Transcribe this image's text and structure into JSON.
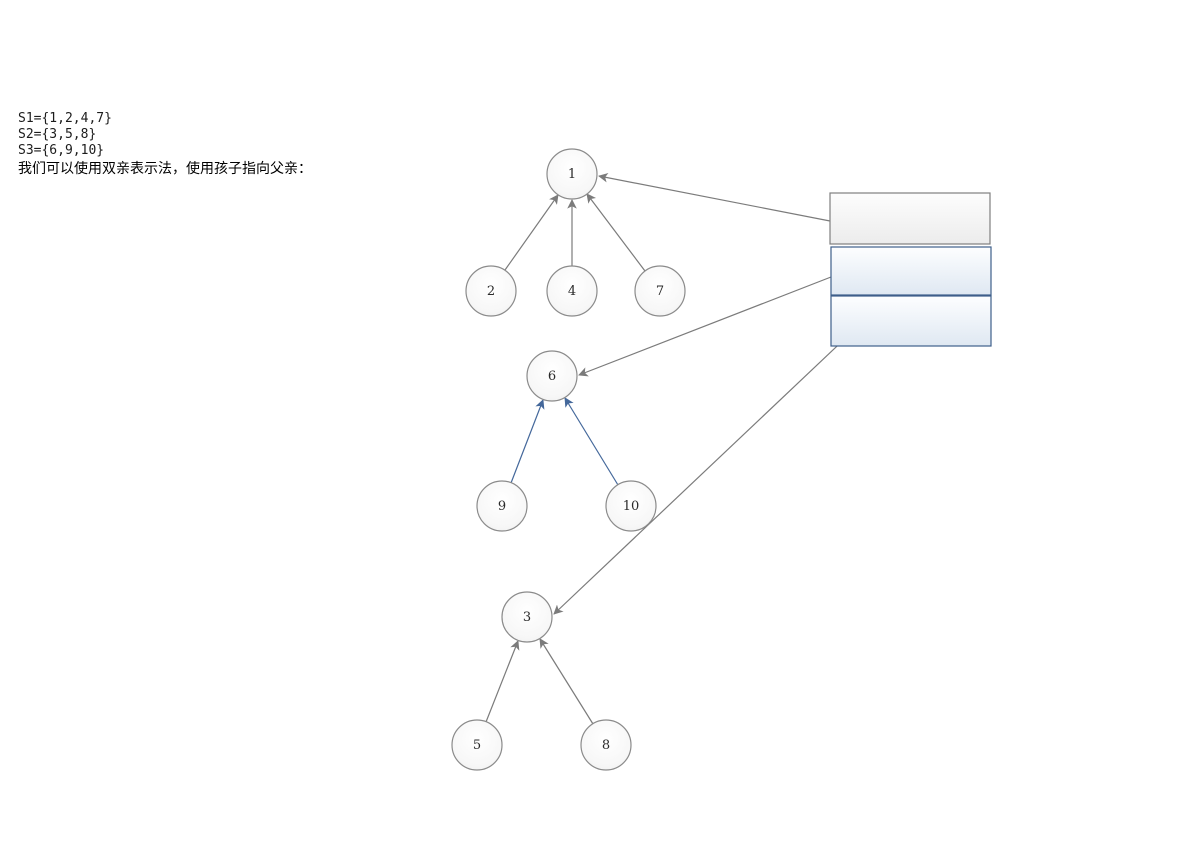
{
  "header": {
    "set_lines": [
      "S1={1,2,4,7}",
      "S2={3,5,8}",
      "S3={6,9,10}"
    ],
    "caption": "我们可以使用双亲表示法，使用孩子指向父亲："
  },
  "nodes": {
    "n1": "1",
    "n2": "2",
    "n3": "3",
    "n4": "4",
    "n5": "5",
    "n6": "6",
    "n7": "7",
    "n8": "8",
    "n9": "9",
    "n10": "10"
  },
  "diagram": {
    "type": "forest-parent-representation",
    "trees": [
      {
        "set": "S1",
        "root": "1",
        "children": [
          "2",
          "4",
          "7"
        ],
        "child_edge_color": "gray"
      },
      {
        "set": "S3",
        "root": "6",
        "children": [
          "9",
          "10"
        ],
        "child_edge_color": "blue"
      },
      {
        "set": "S2",
        "root": "3",
        "children": [
          "5",
          "8"
        ],
        "child_edge_color": "gray"
      }
    ],
    "edges": [
      {
        "from": "2",
        "to": "1"
      },
      {
        "from": "4",
        "to": "1"
      },
      {
        "from": "7",
        "to": "1"
      },
      {
        "from": "9",
        "to": "6"
      },
      {
        "from": "10",
        "to": "6"
      },
      {
        "from": "5",
        "to": "3"
      },
      {
        "from": "8",
        "to": "3"
      }
    ],
    "parent_boxes": [
      {
        "id": "box-1",
        "style": "gray",
        "points_to": "1"
      },
      {
        "id": "box-2",
        "style": "blue",
        "points_to": "6"
      },
      {
        "id": "box-3",
        "style": "blue",
        "points_to": "3"
      }
    ]
  },
  "colors": {
    "line_gray": "#7b7b7b",
    "line_blue": "#44689b",
    "node_border": "#8b8b8b",
    "box_gray_border": "#7f7f7f",
    "box_blue_border": "#3e5f8a",
    "box_blue_fill_bottom": "#dfe8f2",
    "box_gray_fill_bottom": "#ececec"
  }
}
